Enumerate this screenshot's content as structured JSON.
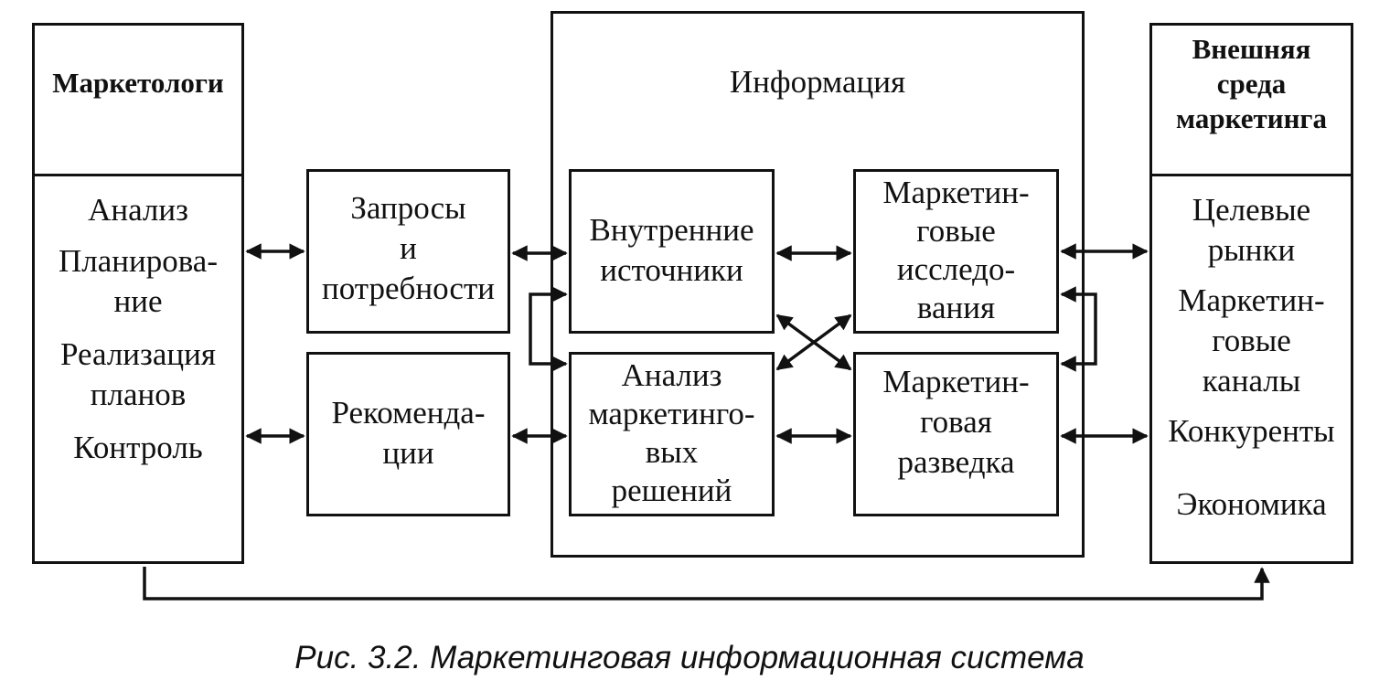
{
  "marketers": {
    "title": "Маркетологи",
    "items": [
      "Анализ",
      "Планирова-\nние",
      "Реализация\nпланов",
      "Контроль"
    ]
  },
  "requests": "Запросы\nи\nпотребности",
  "recommendations": "Рекоменда-\nции",
  "information": {
    "title": "Информация",
    "internal": "Внутренние\nисточники",
    "research": "Маркетин-\nговые\nисследо-\nвания",
    "analysis": "Анализ\nмаркетинго-\nвых\nрешений",
    "intelligence": "Маркетин-\nговая\nразведка"
  },
  "environment": {
    "title": "Внешняя\nсреда\nмаркетинга",
    "items": [
      "Целевые\nрынки",
      "Маркетин-\nговые\nканалы",
      "Конкуренты",
      "Экономика"
    ]
  },
  "caption": "Рис. 3.2. Маркетинговая информационная система"
}
